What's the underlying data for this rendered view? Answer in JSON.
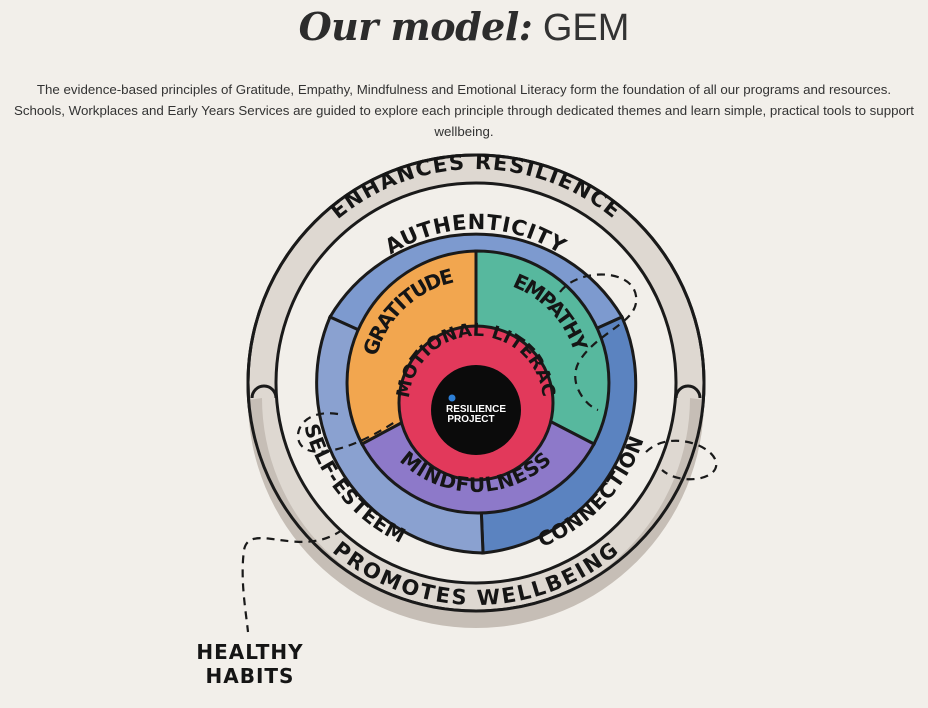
{
  "header": {
    "title_script": "Our model:",
    "title_plain": "GEM"
  },
  "intro": {
    "text": "The evidence-based principles of Gratitude, Empathy, Mindfulness and Emotional Literacy form the foundation of all our programs and resources. Schools, Workplaces and Early Years Services are guided to explore each principle through dedicated themes and learn simple, practical tools to support wellbeing."
  },
  "diagram": {
    "outer_top": "ENHANCES RESILIENCE",
    "outer_bottom": "PROMOTES WELLBEING",
    "themes": {
      "authenticity": "AUTHENTICITY",
      "connection": "CONNECTION",
      "self_esteem": "SELF-ESTEEM"
    },
    "principles": {
      "gratitude": "GRATITUDE",
      "empathy": "EMPATHY",
      "mindfulness": "MINDFULNESS",
      "emotional_literacy": "EMOTIONAL LITERACY"
    },
    "logo": {
      "line1": "RESILIENCE",
      "line2": "PROJECT"
    },
    "healthy_habits": {
      "line1": "HEALTHY",
      "line2": "HABITS"
    },
    "colors": {
      "background": "#f2efea",
      "outer_ring": "#ded8d1",
      "outer_ring_dark": "#c6beb6",
      "authenticity": "#7d9acf",
      "connection": "#5b83c0",
      "self_esteem": "#8aa1d0",
      "gratitude": "#f2a64f",
      "empathy": "#57b89e",
      "mindfulness": "#8d79c9",
      "emotional_literacy": "#e2395b",
      "logo": "#0b0b0b"
    }
  }
}
